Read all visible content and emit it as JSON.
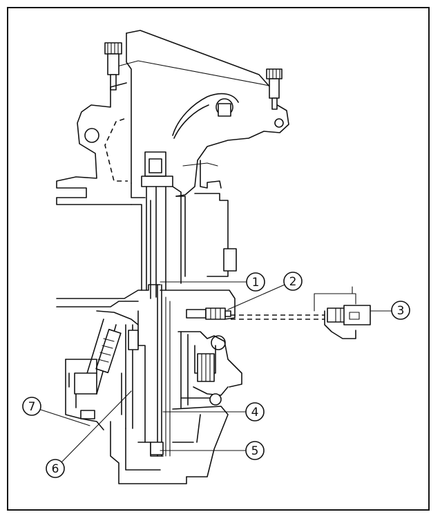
{
  "diagram": {
    "callouts": [
      {
        "id": 1,
        "label": "1"
      },
      {
        "id": 2,
        "label": "2"
      },
      {
        "id": 3,
        "label": "3"
      },
      {
        "id": 4,
        "label": "4"
      },
      {
        "id": 5,
        "label": "5"
      },
      {
        "id": 6,
        "label": "6"
      },
      {
        "id": 7,
        "label": "7"
      }
    ],
    "colors": {
      "line": "#111111",
      "background": "#ffffff"
    }
  }
}
